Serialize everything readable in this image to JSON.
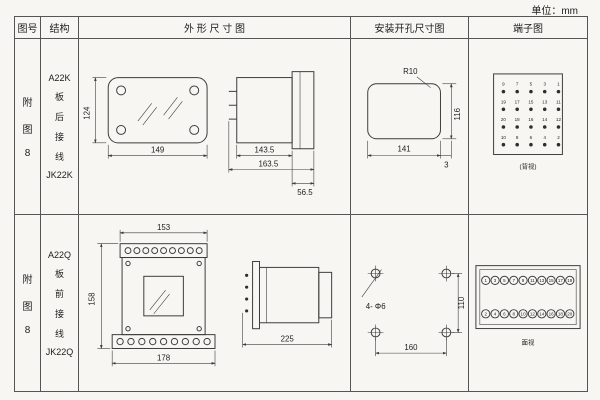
{
  "unit_label": "单位：mm",
  "header": {
    "fig": "图号",
    "structure": "结构",
    "outline": "外 形 尺 寸 图",
    "install": "安装开孔尺寸图",
    "terminal": "端子图"
  },
  "rows": [
    {
      "fig": [
        "附",
        "图",
        "8"
      ],
      "structure": [
        "A22K",
        "板",
        "后",
        "接",
        "线",
        "JK22K"
      ],
      "outline": {
        "height": "124",
        "width": "149",
        "depth1": "143.5",
        "depth2": "163.5",
        "depth3": "56.5"
      },
      "install": {
        "radius": "R10",
        "height": "116",
        "width": "141",
        "edge": "3"
      },
      "terminal": {
        "grid": [
          [
            "9",
            "7",
            "5",
            "3",
            "1"
          ],
          [
            "19",
            "17",
            "15",
            "13",
            "11"
          ],
          [
            "20",
            "18",
            "16",
            "14",
            "12"
          ],
          [
            "10",
            "8",
            "6",
            "4",
            "2"
          ]
        ],
        "view": "(背视)"
      }
    },
    {
      "fig": [
        "附",
        "图",
        "8"
      ],
      "structure": [
        "A22Q",
        "板",
        "前",
        "接",
        "线",
        "JK22Q"
      ],
      "outline": {
        "top": "153",
        "height": "158",
        "bottom": "178",
        "side": "225"
      },
      "install": {
        "holes": "4- Φ6",
        "height": "110",
        "width": "160"
      },
      "terminal": {
        "top": [
          "1",
          "3",
          "5",
          "7",
          "9",
          "11",
          "13",
          "15",
          "17",
          "19"
        ],
        "bottom": [
          "2",
          "4",
          "6",
          "8",
          "10",
          "12",
          "14",
          "16",
          "18",
          "20"
        ],
        "view": "面视"
      }
    }
  ]
}
